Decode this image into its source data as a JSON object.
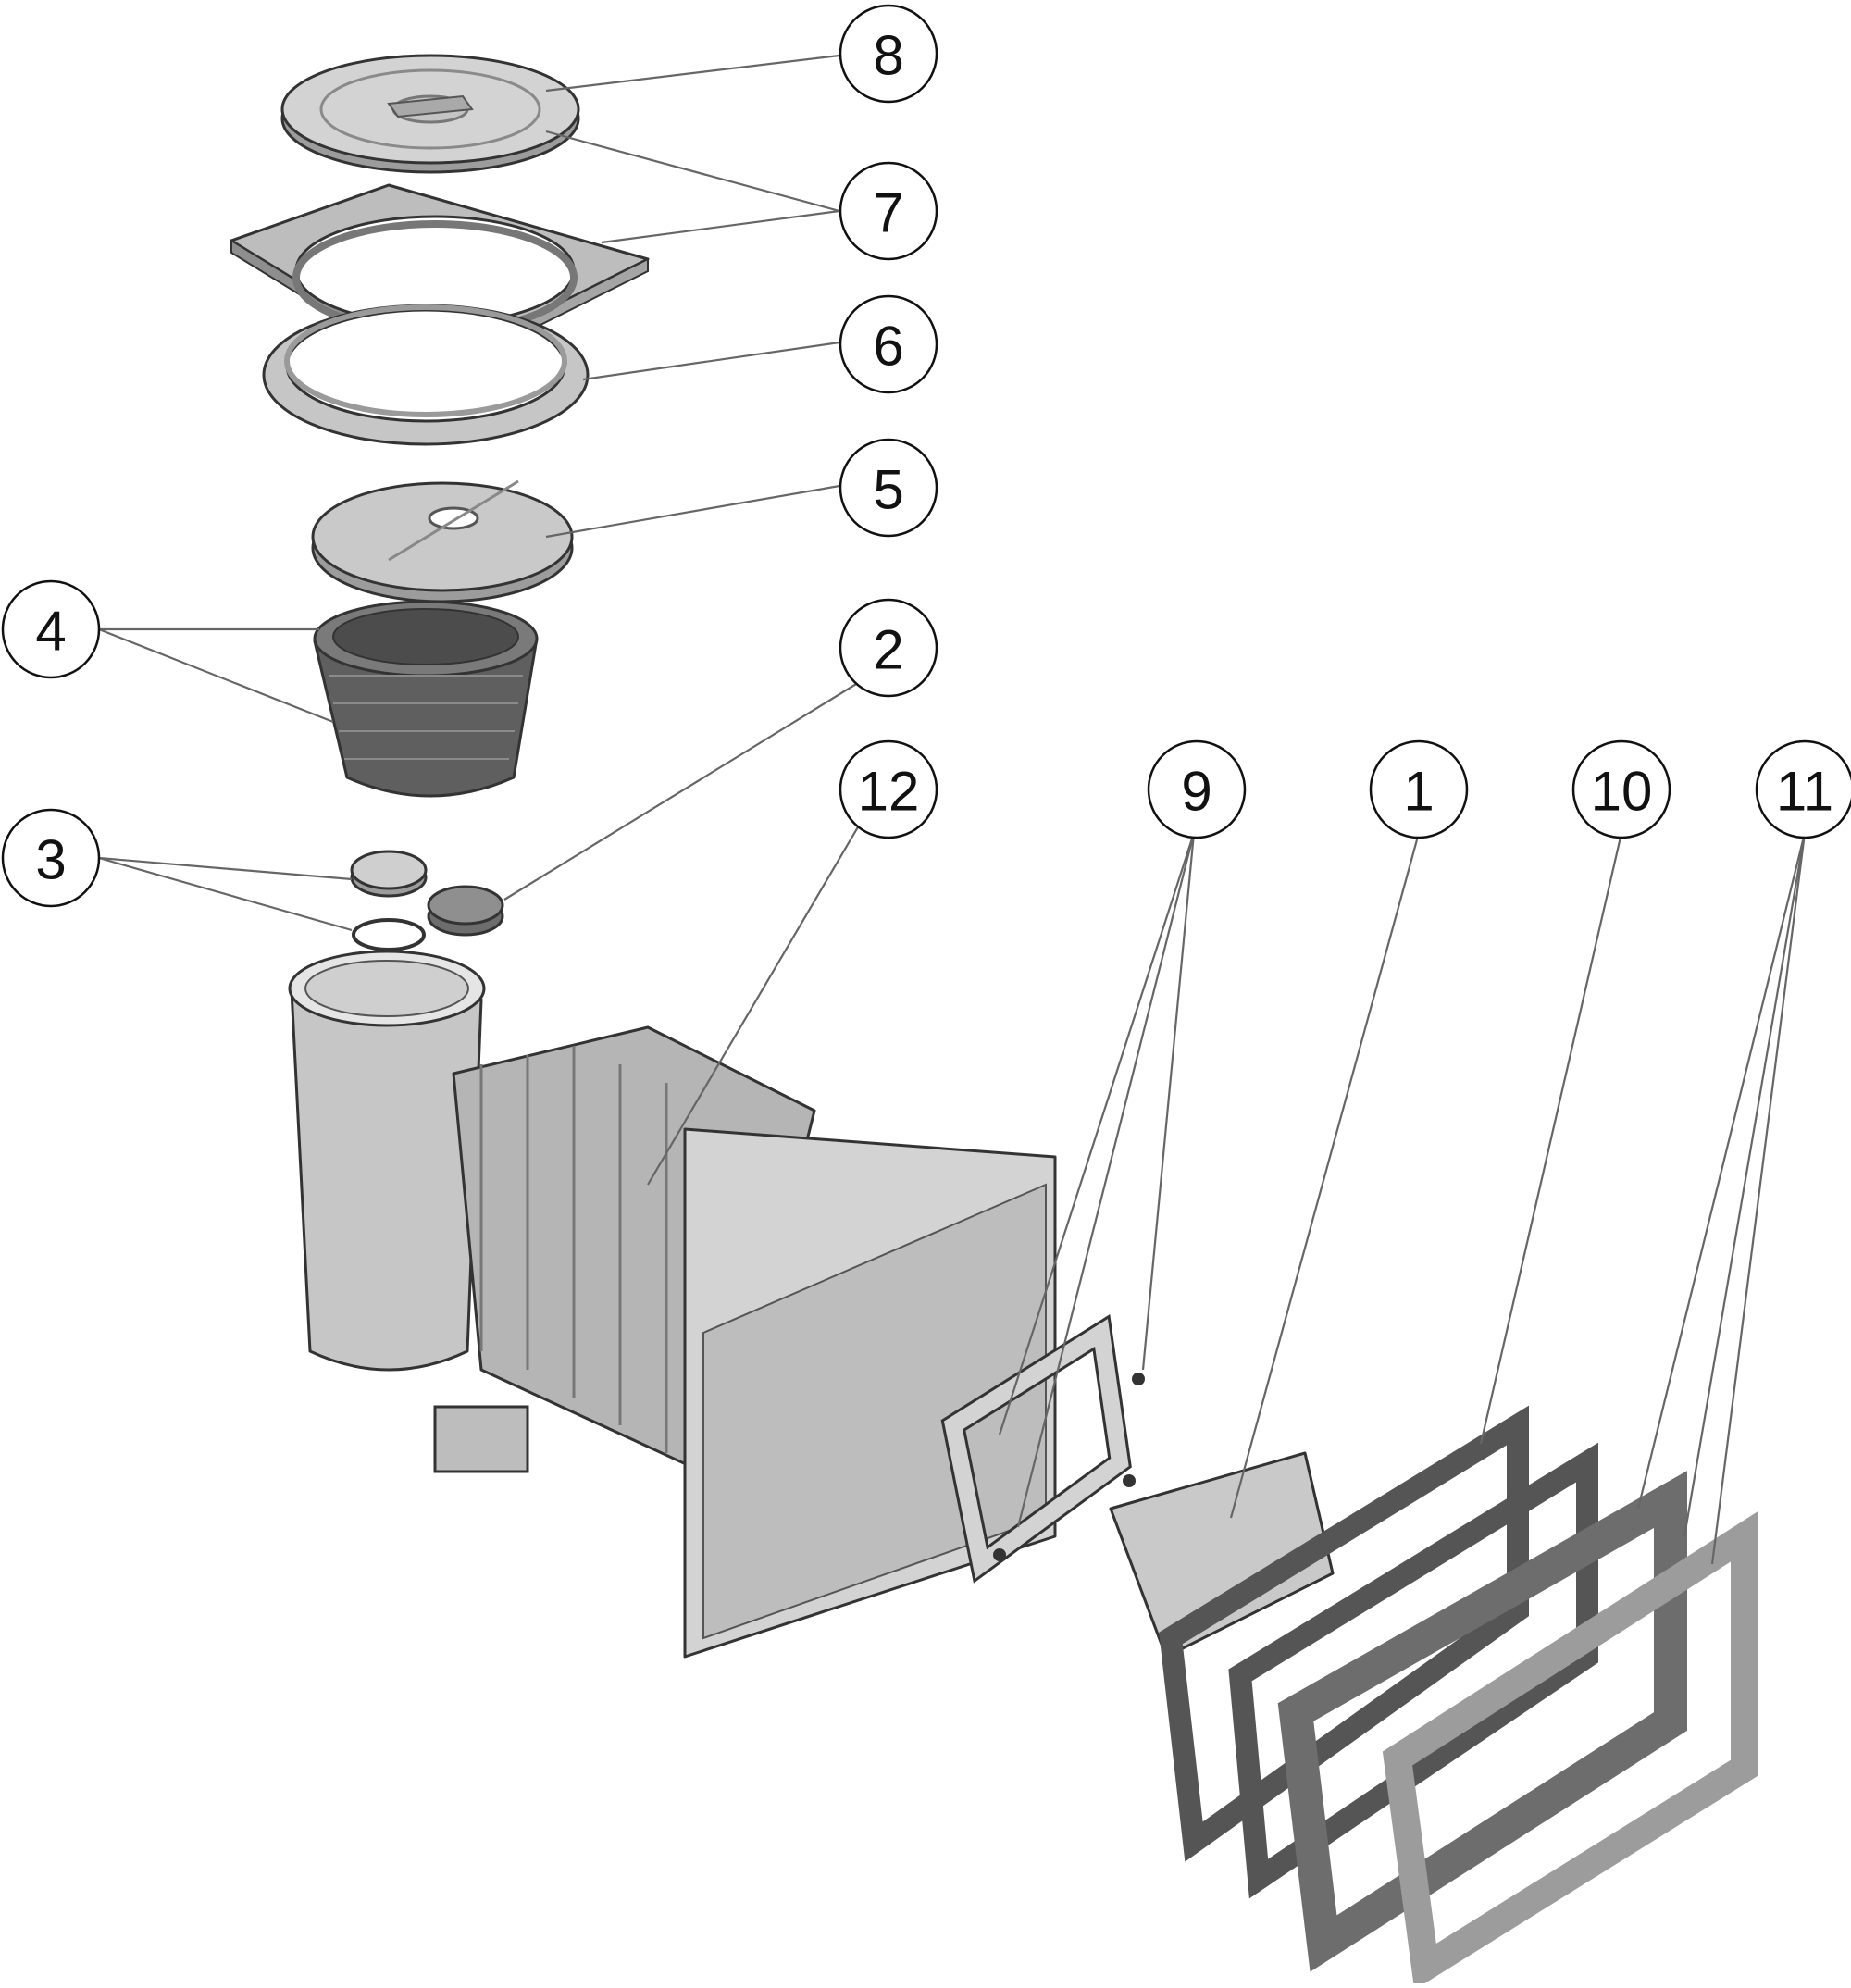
{
  "diagram": {
    "colors": {
      "part_light": "#d3d3d3",
      "part_mid": "#bdbdbd",
      "part_dark": "#9c9c9c",
      "part_darker": "#6d6d6d",
      "basket": "#5f5f5f",
      "gasket": "#555555",
      "leader": "#666666",
      "outline": "#333333"
    },
    "callouts": [
      {
        "id": "8",
        "label": "8"
      },
      {
        "id": "7",
        "label": "7"
      },
      {
        "id": "6",
        "label": "6"
      },
      {
        "id": "5",
        "label": "5"
      },
      {
        "id": "4",
        "label": "4"
      },
      {
        "id": "2",
        "label": "2"
      },
      {
        "id": "12",
        "label": "12"
      },
      {
        "id": "3",
        "label": "3"
      },
      {
        "id": "9",
        "label": "9"
      },
      {
        "id": "1",
        "label": "1"
      },
      {
        "id": "10",
        "label": "10"
      },
      {
        "id": "11",
        "label": "11"
      }
    ]
  }
}
